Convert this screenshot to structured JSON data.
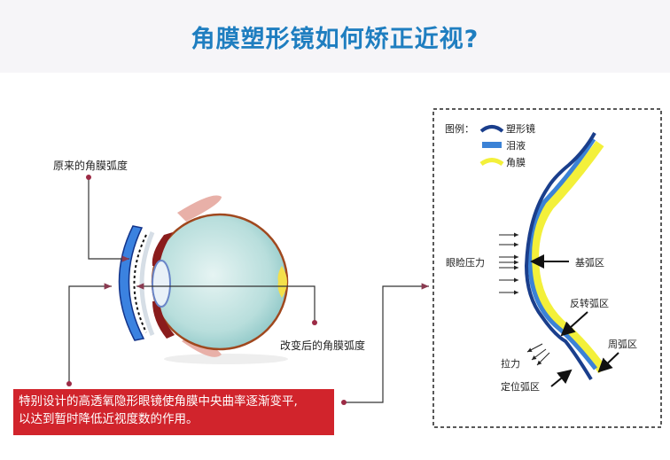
{
  "header": {
    "title": "角膜塑形镜如何矫正近视?",
    "background": "#f6f5f8",
    "title_color": "#1f7ec0"
  },
  "left_diagram": {
    "label_original_curvature": "原来的角膜弧度",
    "label_changed_curvature": "改变后的角膜弧度",
    "callout": {
      "line1": "特别设计的高透氧隐形眼镜使角膜中央曲率逐渐变平,",
      "line2": "以达到暂时降低近视度数的作用。",
      "background": "#d1242c"
    }
  },
  "right_diagram": {
    "legend": {
      "title": "图例：",
      "items": [
        {
          "label": "塑形镜",
          "color": "#1a3e8c"
        },
        {
          "label": "泪液",
          "color": "#3b82d6"
        },
        {
          "label": "角膜",
          "color": "#f3f03a"
        }
      ]
    },
    "labels": {
      "eyelid_pressure": "眼睑压力",
      "base_curve": "基弧区",
      "reverse_curve": "反转弧区",
      "peripheral_curve": "周弧区",
      "pull_force": "拉力",
      "alignment_curve": "定位弧区"
    }
  }
}
